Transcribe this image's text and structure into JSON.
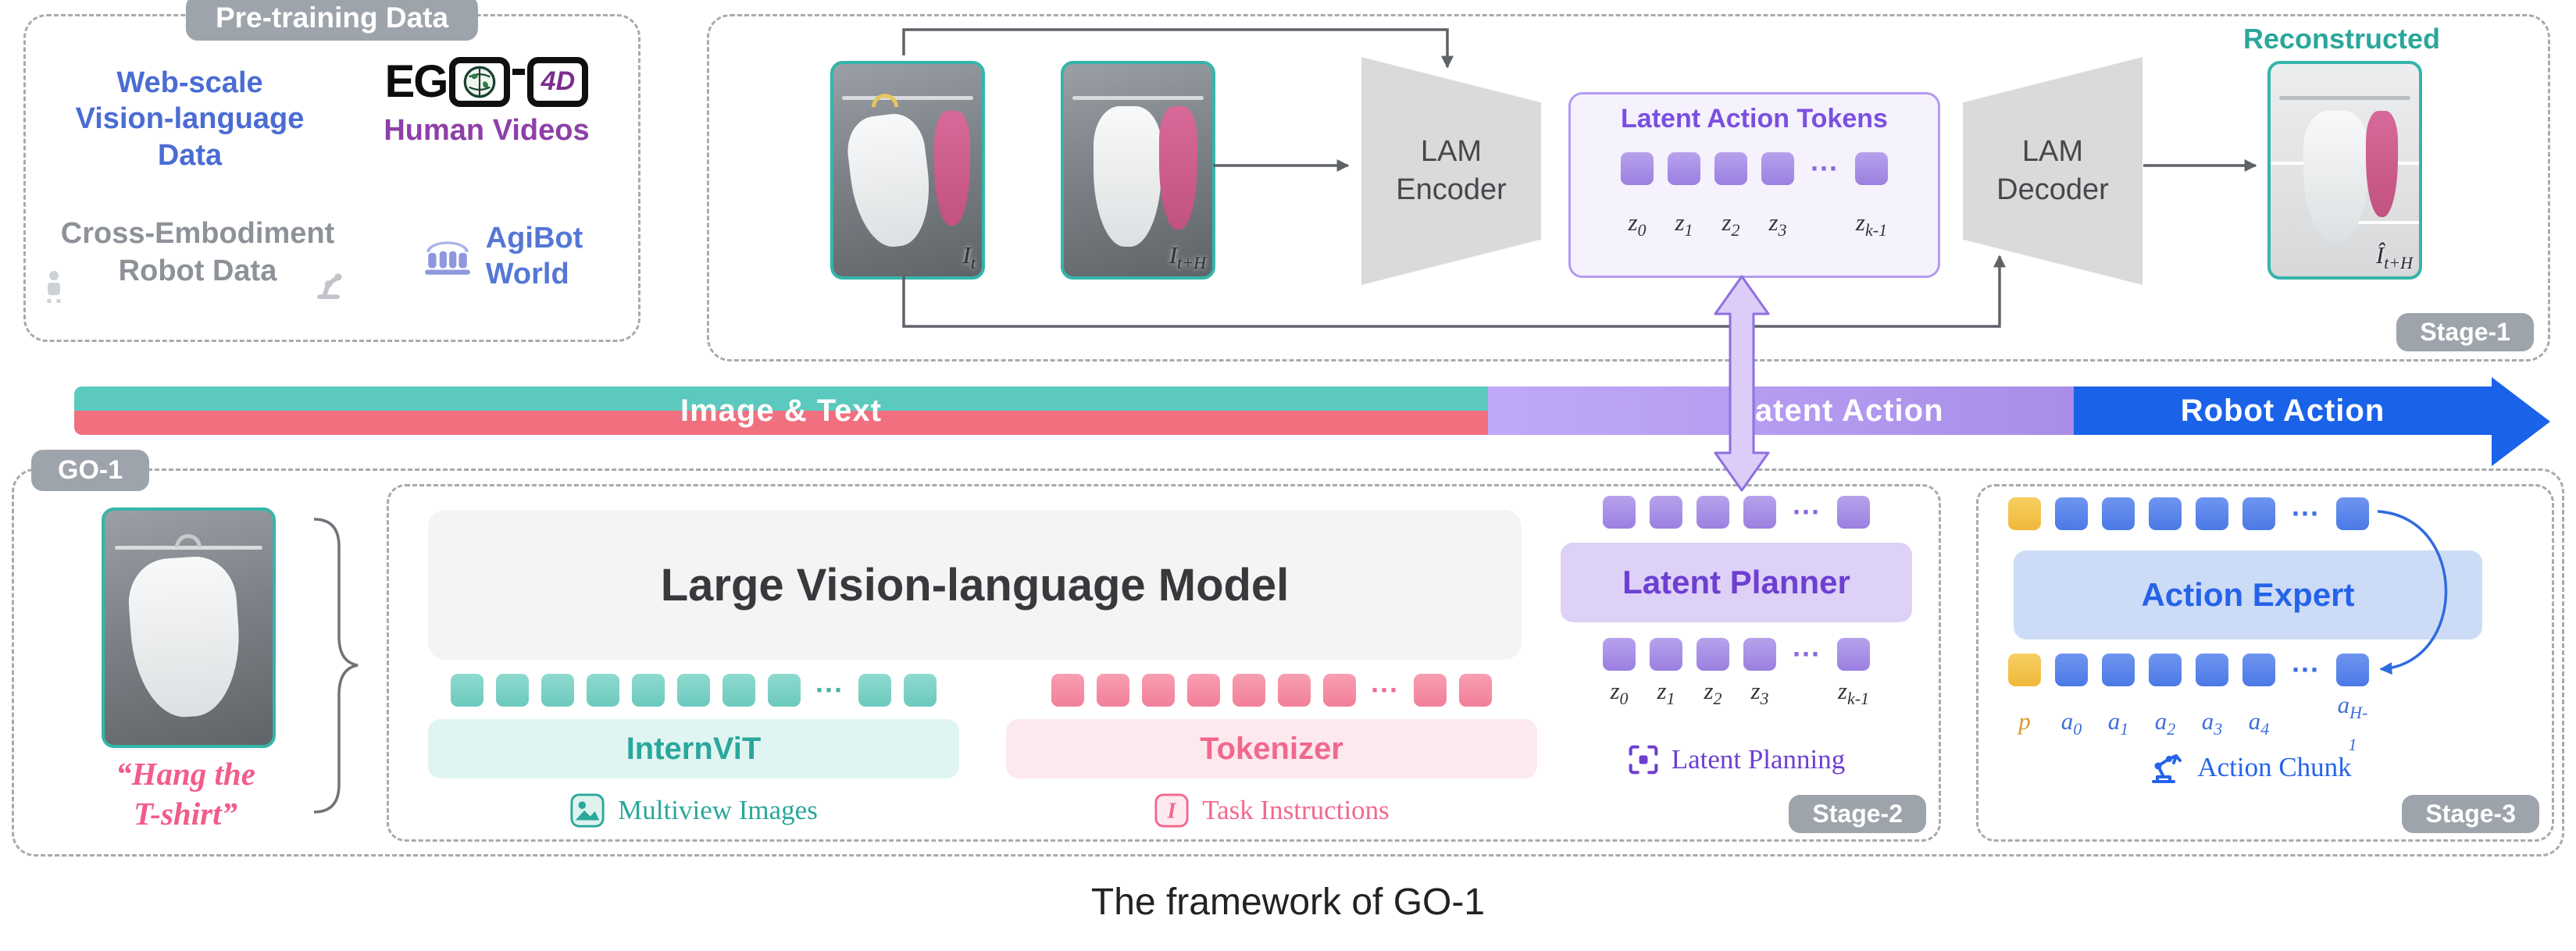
{
  "palette": {
    "teal": "#2aa79b",
    "pink": "#f2688c",
    "purple": "#6d3fd1",
    "blue": "#2563eb",
    "yellow": "#efb93a",
    "badge_gray": "#9da4ab",
    "bar_teal": "#5cc9be",
    "bar_pink": "#f0707f",
    "bar_purple": "#ab8fe9",
    "bar_blue": "#1a62e8"
  },
  "glyphs": {
    "ellipsis": "···",
    "task_icon_letter": "I"
  },
  "pretraining": {
    "title": "Pre-training Data",
    "web_lines": [
      "Web-scale",
      "Vision-language",
      "Data"
    ],
    "ego": {
      "eg": "EG",
      "fourd": "4D"
    },
    "human_videos": "Human Videos",
    "cross_lines": [
      "Cross-Embodiment",
      "Robot Data"
    ],
    "agibot_lines": [
      "AgiBot",
      "World"
    ]
  },
  "stage1": {
    "badge": "Stage-1",
    "encoder_lines": [
      "LAM",
      "Encoder"
    ],
    "decoder_lines": [
      "LAM",
      "Decoder"
    ],
    "tokens_title": "Latent Action Tokens",
    "token_labels": [
      {
        "base": "z",
        "sub": "0"
      },
      {
        "base": "z",
        "sub": "1"
      },
      {
        "base": "z",
        "sub": "2"
      },
      {
        "base": "z",
        "sub": "3"
      },
      {
        "base": "z",
        "sub": "k-1"
      }
    ],
    "frame1": {
      "base": "I",
      "sub": "t"
    },
    "frame2": {
      "base": "I",
      "sub": "t+H"
    },
    "reconstructed": "Reconstructed",
    "recon": {
      "base": "Î",
      "sub": "t+H"
    }
  },
  "flowbar": {
    "segments": [
      {
        "label": "Image & Text"
      },
      {
        "label": "Latent Action"
      },
      {
        "label": "Robot Action"
      }
    ]
  },
  "go1": {
    "badge": "GO-1",
    "instruction_lines": [
      "“Hang the",
      "T-shirt”"
    ]
  },
  "stage2": {
    "badge": "Stage-2",
    "lvm_title": "Large Vision-language Model",
    "internvit": "InternViT",
    "tokenizer": "Tokenizer",
    "multiview_caption": "Multiview Images",
    "task_caption": "Task Instructions",
    "planner_title": "Latent Planner",
    "planning_caption": "Latent Planning",
    "token_labels": [
      {
        "base": "z",
        "sub": "0"
      },
      {
        "base": "z",
        "sub": "1"
      },
      {
        "base": "z",
        "sub": "2"
      },
      {
        "base": "z",
        "sub": "3"
      },
      {
        "base": "z",
        "sub": "k-1"
      }
    ]
  },
  "stage3": {
    "badge": "Stage-3",
    "expert_title": "Action Expert",
    "chunk_caption": "Action Chunk",
    "p_label": {
      "base": "p",
      "sub": ""
    },
    "a_labels": [
      {
        "base": "a",
        "sub": "0"
      },
      {
        "base": "a",
        "sub": "1"
      },
      {
        "base": "a",
        "sub": "2"
      },
      {
        "base": "a",
        "sub": "3"
      },
      {
        "base": "a",
        "sub": "4"
      },
      {
        "base": "a",
        "sub": "H-1"
      }
    ]
  },
  "caption": "The framework of GO-1"
}
